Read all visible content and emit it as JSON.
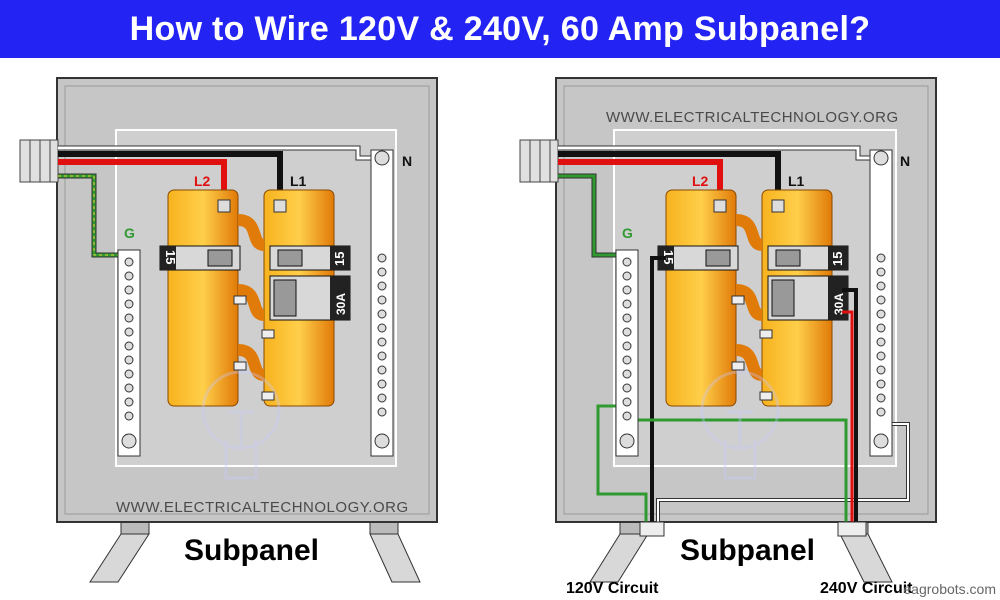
{
  "header": {
    "title": "How to Wire 120V & 240V, 60 Amp Subpanel?"
  },
  "colors": {
    "banner": "#2323f4",
    "hot_black": "#111111",
    "hot_red": "#e01010",
    "neutral_white": "#ffffff",
    "ground_green": "#2f9a2f",
    "busbar_orange": "#f59a10",
    "enclosure": "#c6c6c6"
  },
  "left_panel": {
    "title": "Subpanel",
    "watermark": "WWW.ELECTRICALTECHNOLOGY.ORG",
    "labels": {
      "l1": "L1",
      "l2": "L2",
      "ground": "G",
      "neutral": "N"
    },
    "breakers": {
      "single_left": "15",
      "single_right": "15",
      "double": "30A"
    }
  },
  "right_panel": {
    "title": "Subpanel",
    "watermark": "WWW.ELECTRICALTECHNOLOGY.ORG",
    "labels": {
      "l1": "L1",
      "l2": "L2",
      "ground": "G",
      "neutral": "N"
    },
    "breakers": {
      "single_left": "15",
      "single_right": "15",
      "double": "30A"
    },
    "circuits": {
      "c120": "120V Circuit",
      "c240": "240V Circuit"
    }
  },
  "watermark_bottom": "eagrobots.com"
}
